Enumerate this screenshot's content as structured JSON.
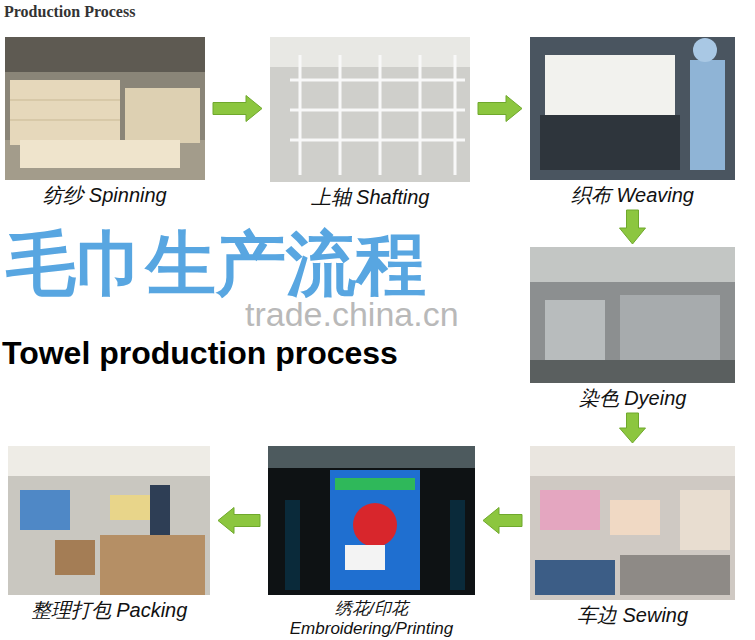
{
  "diagram": {
    "title": "Production Process",
    "nodes": [
      {
        "text": [
          "纺纱 Spinning"
        ]
      },
      {
        "text": [
          "上轴 Shafting"
        ]
      },
      {
        "text": [
          "织布 Weaving"
        ]
      },
      {
        "text": [
          "染色 Dyeing"
        ]
      },
      {
        "text": [
          "车边 Sewing"
        ]
      },
      {
        "text": [
          "绣花/印花 Embroidering/Printing"
        ]
      },
      {
        "text": [
          "整理打包 Packing"
        ]
      }
    ],
    "edges": [
      {
        "from": 0,
        "to": 1,
        "arrow": "to"
      },
      {
        "from": 1,
        "to": 2,
        "arrow": "to"
      },
      {
        "from": 2,
        "to": 3,
        "arrow": "to"
      },
      {
        "from": 3,
        "to": 4,
        "arrow": "to"
      },
      {
        "from": 4,
        "to": 5,
        "arrow": "to"
      },
      {
        "from": 5,
        "to": 6,
        "arrow": "to"
      }
    ],
    "labels": [
      "毛巾生产流程",
      "trade.china.cn",
      "Towel production process"
    ]
  }
}
